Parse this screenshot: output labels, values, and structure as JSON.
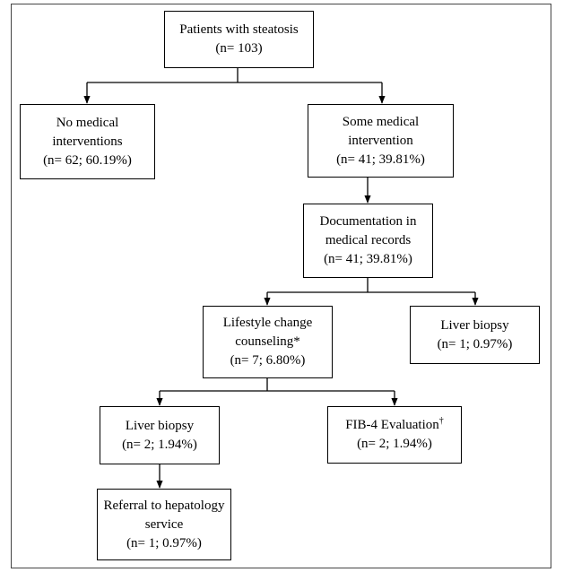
{
  "nodes": {
    "root": {
      "lines": [
        "Patients with steatosis",
        "(n= 103)"
      ]
    },
    "no_intervention": {
      "lines": [
        "No medical",
        "interventions",
        "(n= 62; 60.19%)"
      ]
    },
    "some_intervention": {
      "lines": [
        "Some medical",
        "intervention",
        "(n= 41; 39.81%)"
      ]
    },
    "documentation": {
      "lines": [
        "Documentation in",
        "medical records",
        "(n= 41; 39.81%)"
      ]
    },
    "lifestyle": {
      "lines": [
        "Lifestyle change",
        "counseling*",
        "(n= 7; 6.80%)"
      ]
    },
    "liver_biopsy_right": {
      "lines": [
        "Liver biopsy",
        "(n= 1; 0.97%)"
      ]
    },
    "liver_biopsy_left": {
      "lines": [
        "Liver biopsy",
        "(n= 2; 1.94%)"
      ]
    },
    "fib4": {
      "label": "FIB-4 Evaluation",
      "mark": "†",
      "count": "(n= 2; 1.94%)"
    },
    "referral": {
      "lines": [
        "Referral to hepatology",
        "service",
        "(n= 1; 0.97%)"
      ]
    }
  }
}
